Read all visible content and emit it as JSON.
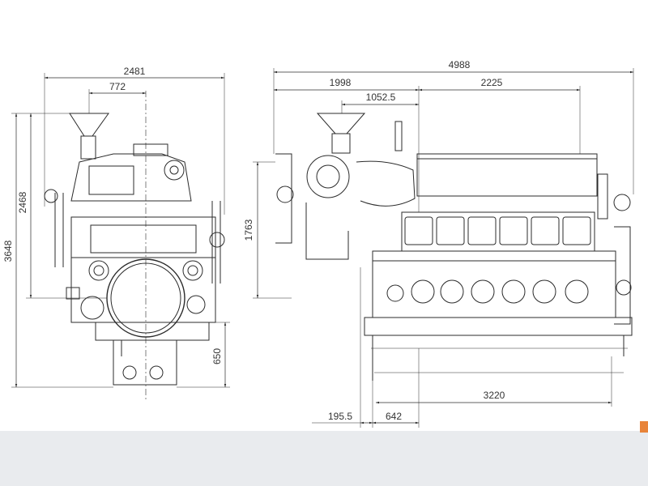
{
  "colors": {
    "line": "#2b2b2b",
    "fine": "#555555",
    "text": "#333333",
    "background": "#ffffff",
    "bottom_band": "#e9ebee",
    "accent": "#e8843a"
  },
  "front_view": {
    "width_overall": "2481",
    "width_inlet_offset": "772",
    "height_overall": "3648",
    "height_upper": "2468",
    "height_base": "650"
  },
  "side_view": {
    "length_overall": "4988",
    "length_front": "1998",
    "length_rear": "2225",
    "inlet_offset": "1052.5",
    "crank_height": "1763",
    "base_length": "3220",
    "front_offset": "195.5",
    "flywheel_offset": "642"
  }
}
